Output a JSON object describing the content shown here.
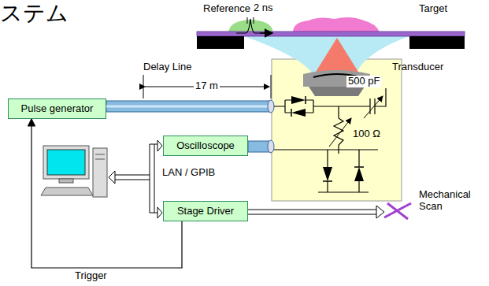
{
  "diagram": {
    "title": "ステム",
    "nodes": [
      {
        "text": [
          "Pulse generator"
        ]
      },
      {
        "text": [
          "Oscilloscope"
        ]
      },
      {
        "text": [
          "Stage Driver"
        ]
      }
    ],
    "edges": [
      {
        "from": 2,
        "to": 0,
        "arrow": "to",
        "label": "Trigger"
      }
    ],
    "labels": [
      "2 ns",
      "Delay Line",
      "17 m",
      "500 pF",
      "100 Ω",
      "Reference",
      "Target",
      "Transducer",
      "LAN / GPIB",
      "Mechanical Scan"
    ]
  }
}
